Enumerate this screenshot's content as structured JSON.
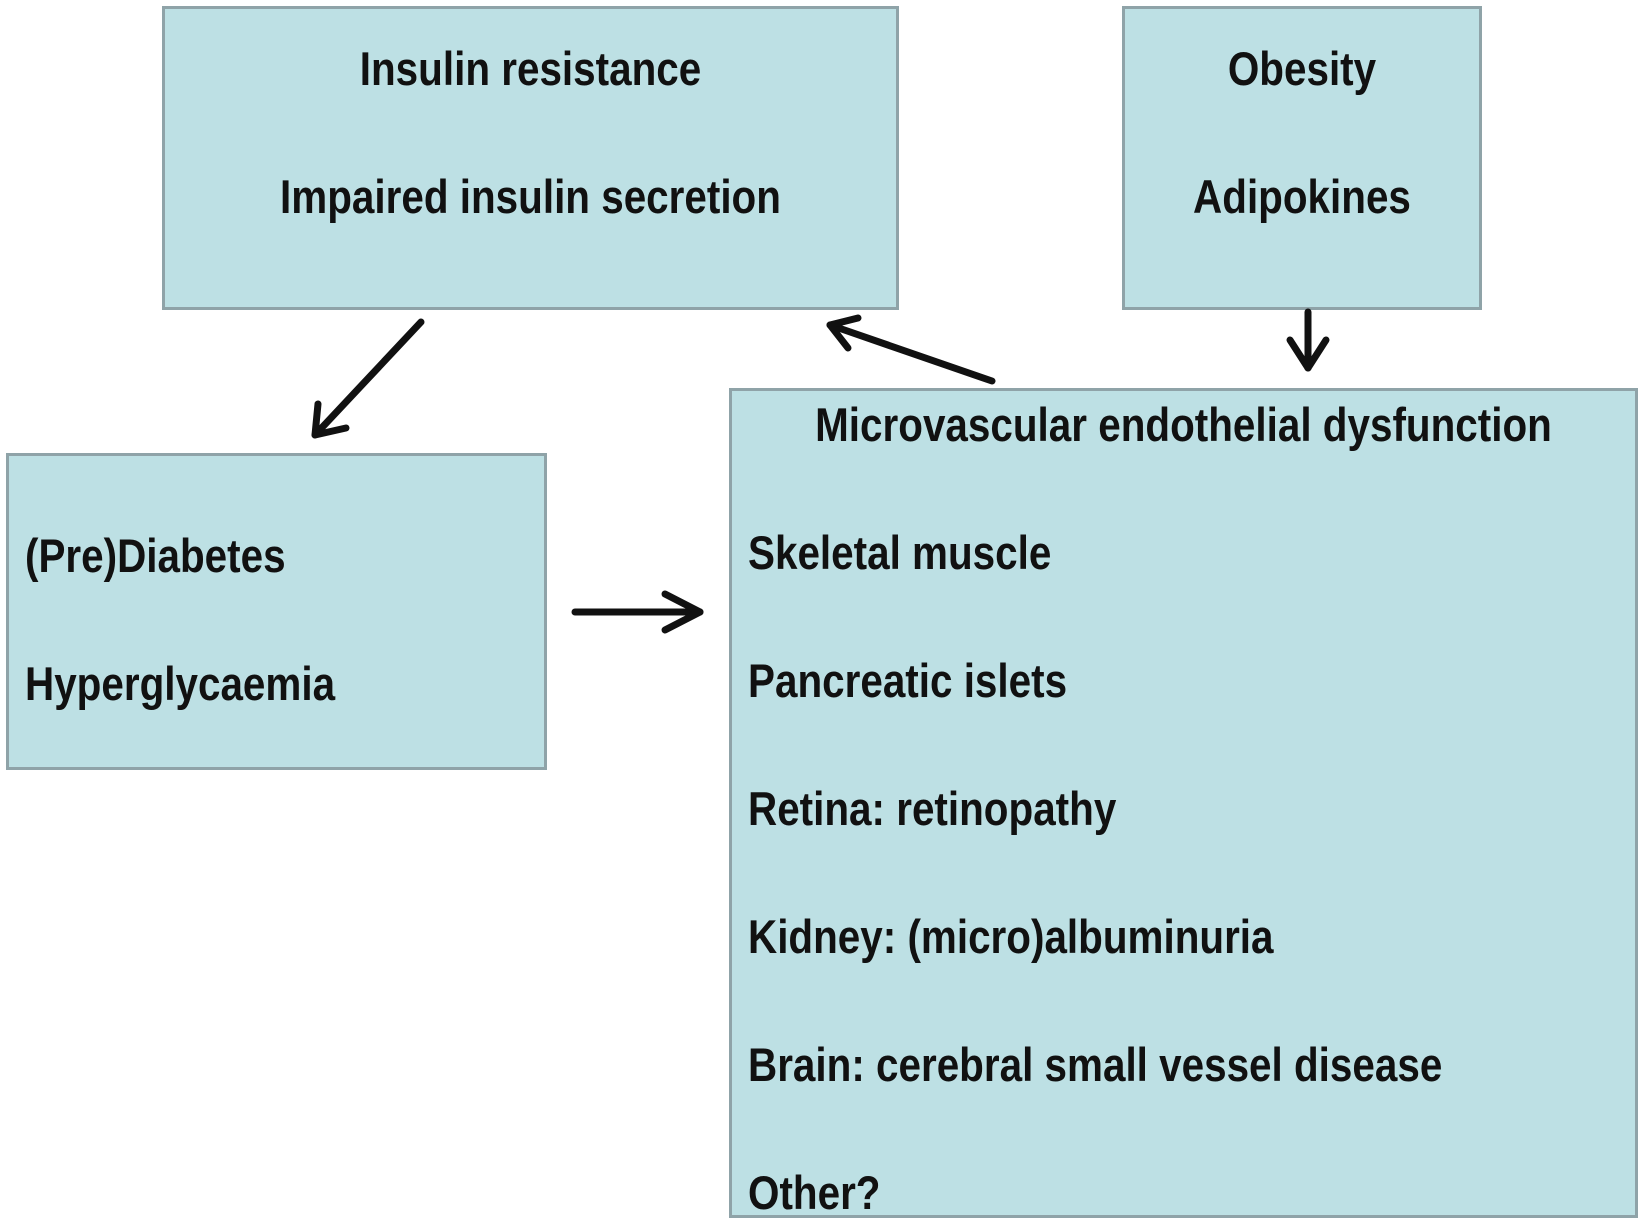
{
  "diagram": {
    "insulin_box": {
      "lines": [
        "Insulin resistance",
        "Impaired insulin secretion"
      ]
    },
    "obesity_box": {
      "lines": [
        "Obesity",
        "Adipokines"
      ]
    },
    "diabetes_box": {
      "lines": [
        "(Pre)Diabetes",
        "Hyperglycaemia"
      ]
    },
    "microvascular_box": {
      "title": "Microvascular endothelial dysfunction",
      "items": [
        "Skeletal muscle",
        "Pancreatic islets",
        "Retina: retinopathy",
        "Kidney: (micro)albuminuria",
        "Brain: cerebral small vessel disease",
        "Other?"
      ]
    },
    "colors": {
      "box_fill": "#bde0e4",
      "box_border": "#8fa3a8",
      "text": "#111111",
      "arrow": "#111111"
    }
  }
}
